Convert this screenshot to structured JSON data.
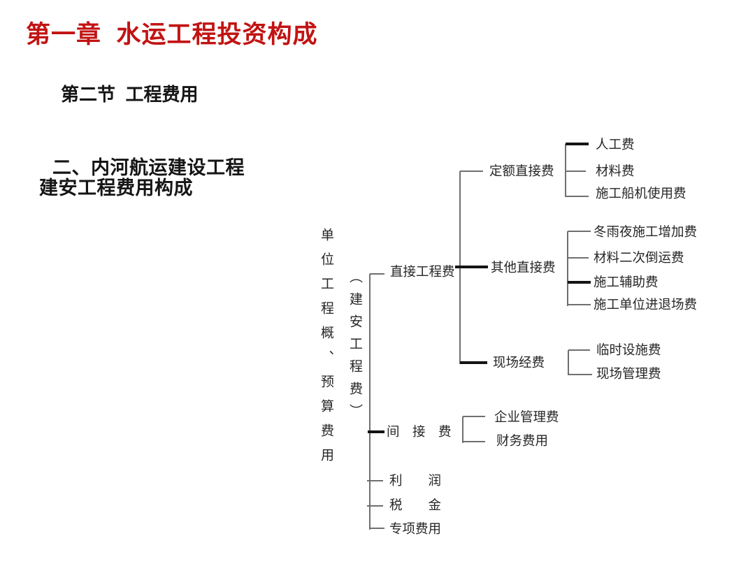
{
  "slide": {
    "title": "第一章  水运工程投资构成",
    "section": "第二节  工程费用",
    "heading_line1": "二、内河航运建设工程",
    "heading_line2": "建安工程费用构成"
  },
  "colors": {
    "title_red": "#c21313",
    "body_text": "#262626",
    "line_gray": "#6f6f6f"
  },
  "tree": {
    "root": {
      "label": "单位工程概、预算费用",
      "sublabel": "︵建安工程费︶"
    },
    "branches": [
      {
        "label": "直接工程费",
        "children": [
          {
            "label": "定额直接费",
            "children": [
              {
                "label": "人工费"
              },
              {
                "label": "材料费"
              },
              {
                "label": "施工船机使用费"
              }
            ]
          },
          {
            "label": "其他直接费",
            "children": [
              {
                "label": "冬雨夜施工增加费"
              },
              {
                "label": "材料二次倒运费"
              },
              {
                "label": "施工辅助费"
              },
              {
                "label": "施工单位进退场费"
              }
            ]
          },
          {
            "label": "现场经费",
            "children": [
              {
                "label": "临时设施费"
              },
              {
                "label": "现场管理费"
              }
            ]
          }
        ]
      },
      {
        "label": "间　接　费",
        "children": [
          {
            "label": "企业管理费"
          },
          {
            "label": "财务费用"
          }
        ]
      },
      {
        "label": "利　　润",
        "children": []
      },
      {
        "label": "税　　金",
        "children": []
      },
      {
        "label": "专项费用",
        "children": []
      }
    ]
  }
}
